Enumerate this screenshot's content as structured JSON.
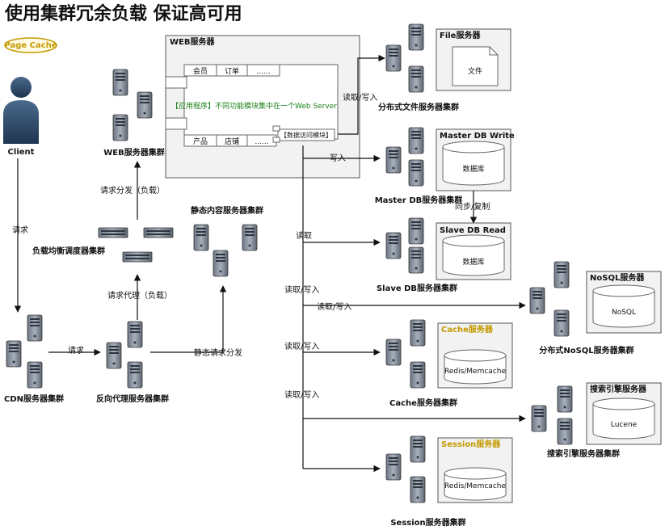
{
  "title": "使用集群冗余负载 保证高可用",
  "page_cache": "Page Cache",
  "client": "Client",
  "cdn_cluster": "CDN服务器集群",
  "reverse_proxy_cluster": "反向代理服务器集群",
  "load_balancer_cluster": "负载均衡调度器集群",
  "web_cluster": "WEB服务器集群",
  "static_cluster": "静态内容服务器集群",
  "web_server": {
    "title": "WEB服务器",
    "modules_top": [
      "会员",
      "订单",
      "......"
    ],
    "modules_bottom": [
      "产品",
      "店铺",
      "......"
    ],
    "app_note": "【应用程序】不同功能模块集中在一个Web Server",
    "data_access": "【数据访问模块】"
  },
  "file_server": {
    "title": "File服务器",
    "content": "文件",
    "cluster": "分布式文件服务器集群"
  },
  "master_db": {
    "title": "Master DB Write",
    "content": "数据库",
    "cluster": "Master DB服务器集群"
  },
  "slave_db": {
    "title": "Slave DB Read",
    "content": "数据库",
    "cluster": "Slave DB服务器集群"
  },
  "nosql": {
    "title": "NoSQL服务器",
    "content": "NoSQL",
    "cluster": "分布式NoSQL服务器集群"
  },
  "cache": {
    "title": "Cache服务器",
    "content": "Redis/Memcache",
    "cluster": "Cache服务器集群"
  },
  "search": {
    "title": "搜索引擎服务器",
    "content": "Lucene",
    "cluster": "搜索引擎服务器集群"
  },
  "session": {
    "title": "Session服务器",
    "content": "Redis/Memcache",
    "cluster": "Session服务器集群"
  },
  "edges": {
    "request_down": "请求",
    "request_right": "请求",
    "proxy_load": "请求代理（负载）",
    "dispatch_load": "请求分发（负载）",
    "static_dispatch": "静态请求分发",
    "read_write_file": "读取/写入",
    "write_master": "写入",
    "sync_copy": "同步/复制",
    "read_slave": "读取",
    "read_write_nosql_a": "读取/写入",
    "read_write_nosql_b": "读取/写入",
    "read_write_cache": "读取/写入",
    "read_write_search": "读取/写入"
  },
  "colors": {
    "accent_gold": "#c49a00",
    "note_green": "#1a7f1a",
    "panel_gray": "#f2f2f2"
  }
}
